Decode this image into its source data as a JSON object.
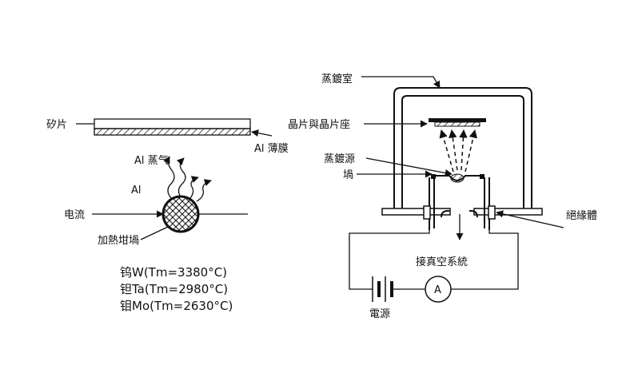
{
  "left_diagram": {
    "label_wafer": "矽片",
    "label_al_film": "Al 薄膜",
    "label_al_vapor": "Al 蒸气",
    "label_al": "Al",
    "label_current": "电流",
    "label_heater": "加熱坩堝"
  },
  "materials": [
    "钨W(Tm=3380°C)",
    "钽Ta(Tm=2980°C)",
    "钼Mo(Tm=2630°C)"
  ],
  "right_diagram": {
    "label_chamber": "蒸鍍室",
    "label_holder": "晶片與晶片座",
    "label_source": "蒸鍍源",
    "label_crucible": "堝",
    "label_insulator": "絕緣體",
    "label_pump": "接真空系統",
    "label_power": "電源",
    "label_ammeter": "A"
  }
}
